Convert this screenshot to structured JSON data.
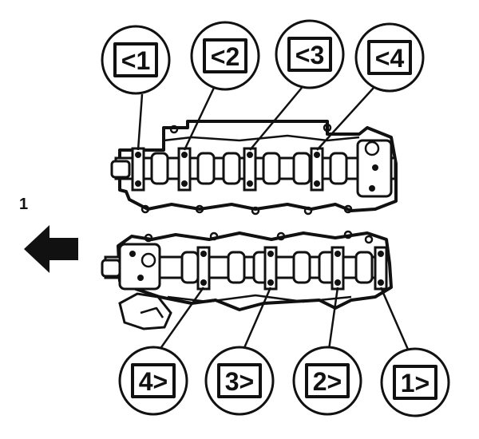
{
  "figure": {
    "reference_number": "1",
    "upper_caps": [
      {
        "label": "<1"
      },
      {
        "label": "<2"
      },
      {
        "label": "<3"
      },
      {
        "label": "<4"
      }
    ],
    "lower_caps": [
      {
        "label": "4>"
      },
      {
        "label": "3>"
      },
      {
        "label": "2>"
      },
      {
        "label": "1>"
      }
    ],
    "arrow_icon": "arrow-left-icon"
  }
}
